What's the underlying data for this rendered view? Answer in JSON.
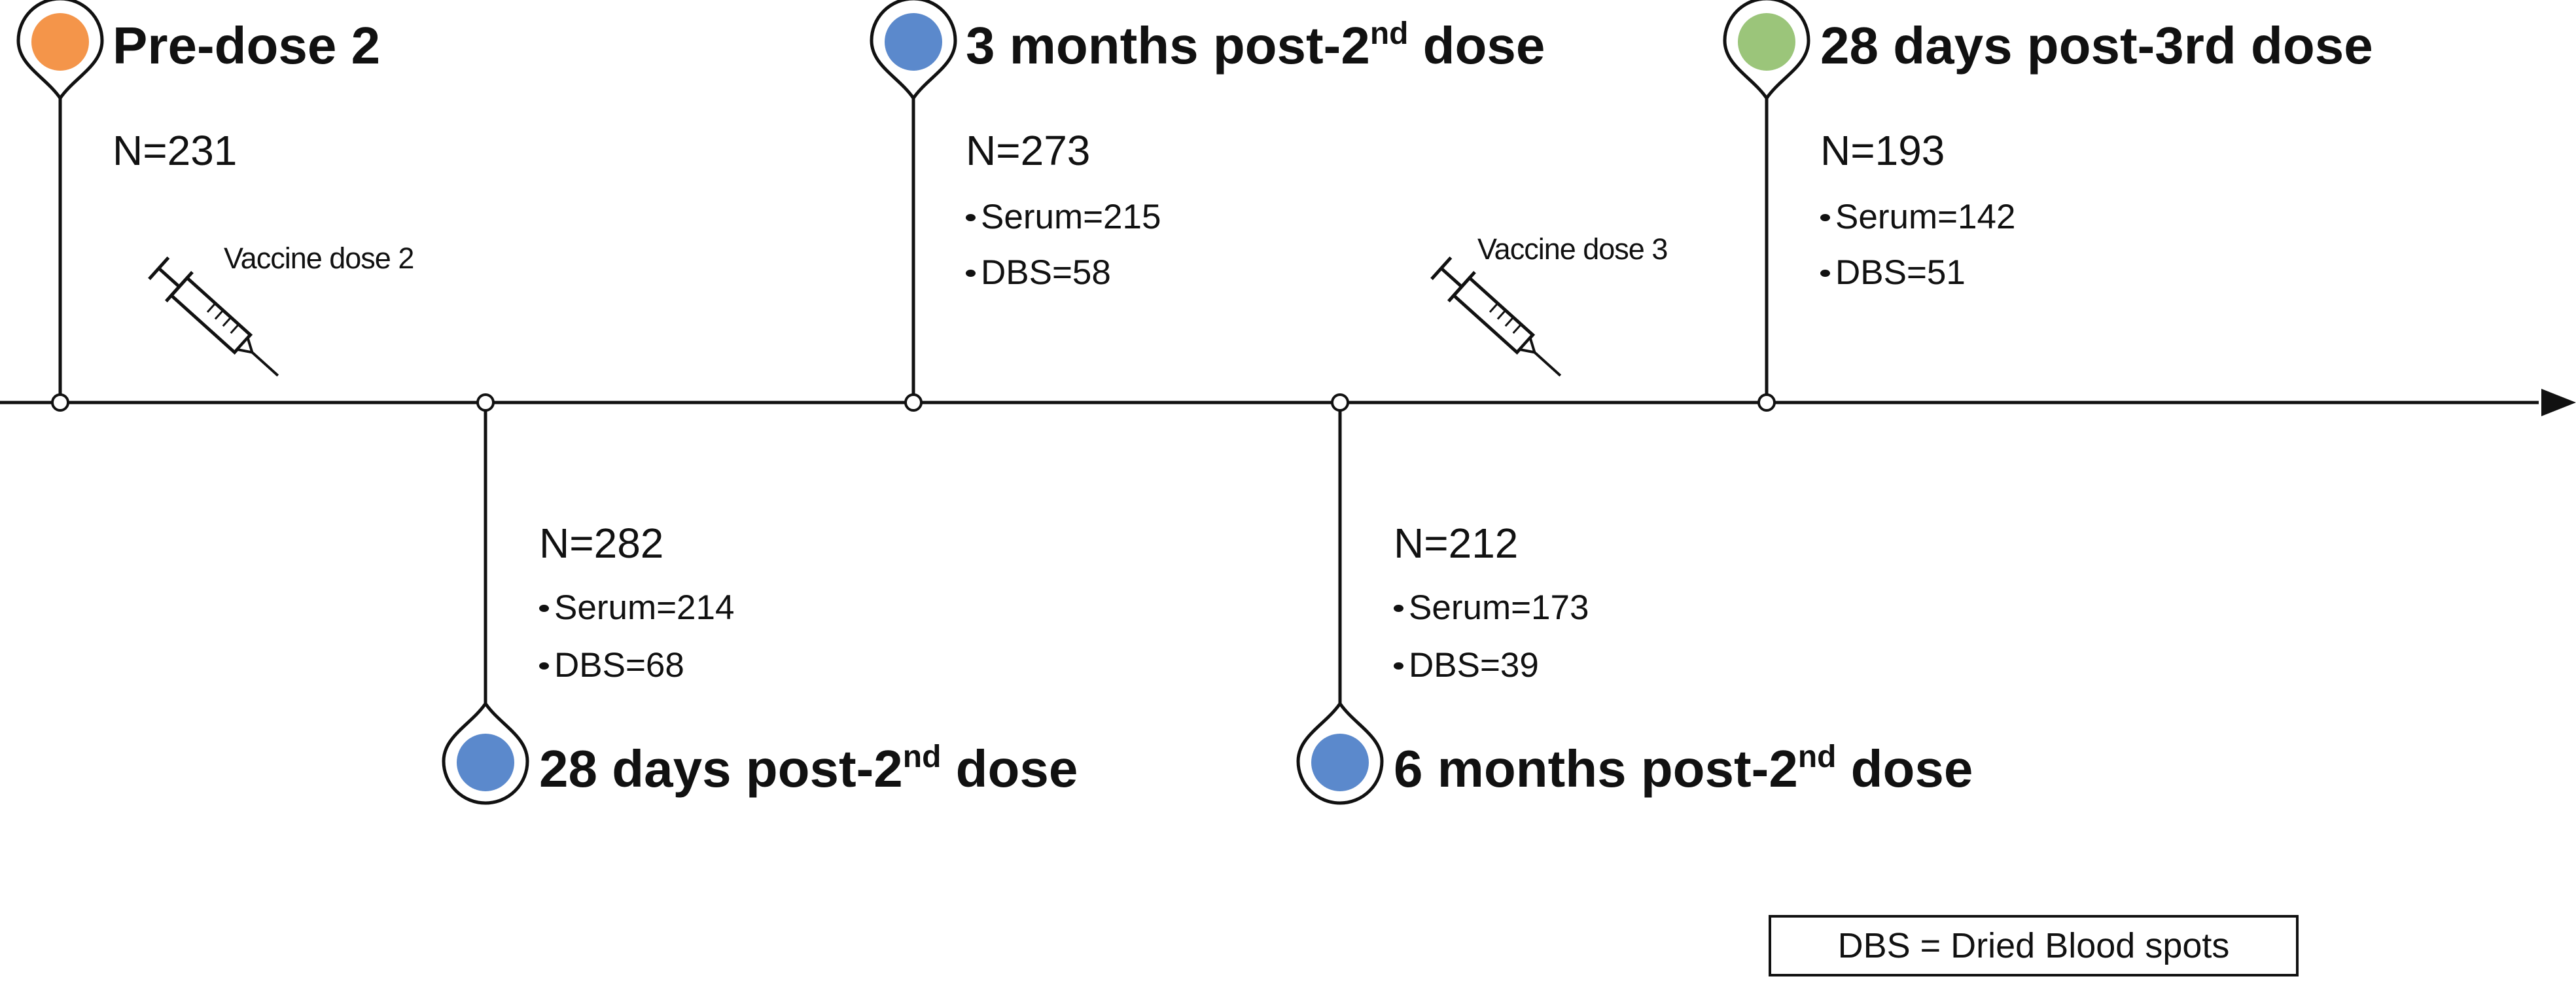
{
  "colors": {
    "pre_dose": "#f4954a",
    "post_2nd": "#5b89cc",
    "post_3rd": "#9bc57a",
    "line": "#111111"
  },
  "milestones": [
    {
      "title": "Pre-dose 2",
      "n": "N=231"
    },
    {
      "title_main": "28 days post-2",
      "title_sup": "nd",
      "title_tail": " dose",
      "n": "N=282",
      "serum": "Serum=214",
      "dbs": "DBS=68"
    },
    {
      "title_main": "3 months post-2",
      "title_sup": "nd",
      "title_tail": " dose",
      "n": "N=273",
      "serum": "Serum=215",
      "dbs": "DBS=58"
    },
    {
      "title_main": "6 months post-2",
      "title_sup": "nd",
      "title_tail": " dose",
      "n": "N=212",
      "serum": "Serum=173",
      "dbs": "DBS=39"
    },
    {
      "title": "28 days post-3rd dose",
      "n": "N=193",
      "serum": "Serum=142",
      "dbs": "DBS=51"
    }
  ],
  "vaccines": [
    {
      "label": "Vaccine dose 2",
      "icon": "syringe-icon"
    },
    {
      "label": "Vaccine dose 3",
      "icon": "syringe-icon"
    }
  ],
  "legend": "DBS = Dried Blood spots"
}
